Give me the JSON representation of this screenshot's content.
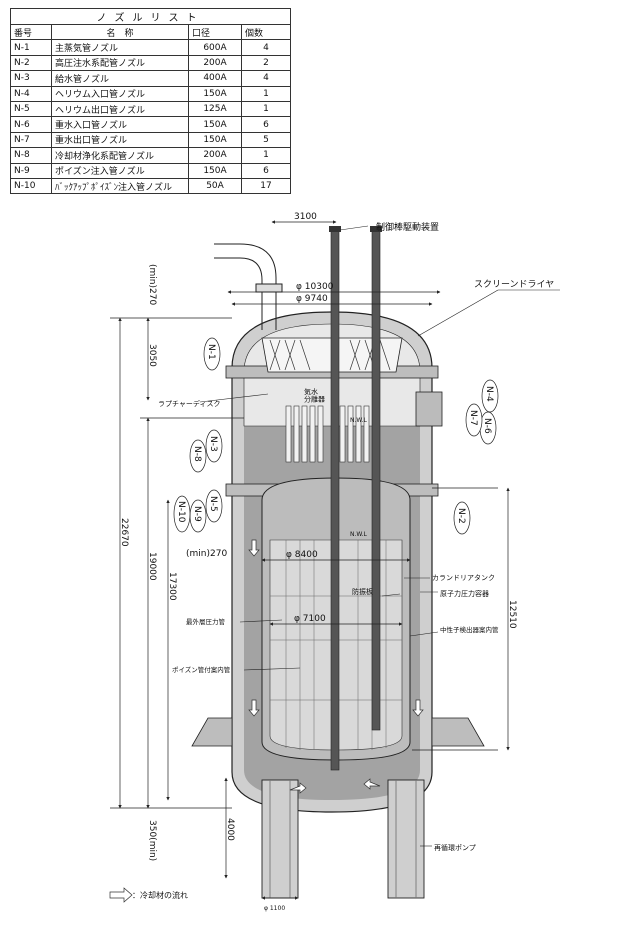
{
  "table": {
    "title": "ノズルリスト",
    "headers": [
      "番号",
      "名　称",
      "口径",
      "個数"
    ],
    "rows": [
      [
        "N-1",
        "主蒸気管ノズル",
        "600A",
        "4"
      ],
      [
        "N-2",
        "高圧注水系配管ノズル",
        "200A",
        "2"
      ],
      [
        "N-3",
        "給水管ノズル",
        "400A",
        "4"
      ],
      [
        "N-4",
        "ヘリウム入口管ノズル",
        "150A",
        "1"
      ],
      [
        "N-5",
        "ヘリウム出口管ノズル",
        "125A",
        "1"
      ],
      [
        "N-6",
        "重水入口管ノズル",
        "150A",
        "6"
      ],
      [
        "N-7",
        "重水出口管ノズル",
        "150A",
        "5"
      ],
      [
        "N-8",
        "冷却材浄化系配管ノズル",
        "200A",
        "1"
      ],
      [
        "N-9",
        "ポイズン注入管ノズル",
        "150A",
        "6"
      ],
      [
        "N-10",
        "ﾊﾞｯｸｱｯﾌﾟﾎﾟｲｽﾞﾝ注入管ノズル",
        "50A",
        "17"
      ]
    ]
  },
  "labels": {
    "control_rod_drive": "制御棒駆動装置",
    "screen_dryer": "スクリーンドライヤ",
    "rupture_disc": "ラプチャーディスク",
    "separator": "気水\n分離器",
    "nwl_upper": "N.W.L",
    "nwl_lower": "N.W.L",
    "calandria_tank": "カランドリアタンク",
    "pressure_vessel": "原子力圧力容器",
    "baffle": "防振板",
    "outermost_tube": "最外層圧力管",
    "neutron_guide": "中性子検出器案内管",
    "poison_guide": "ポイズン管付案内管",
    "recirc_pump": "再循環ポンプ",
    "coolant_flow": "：冷却材の流れ"
  },
  "dims": {
    "d3100": "3100",
    "d10300": "φ 10300",
    "d9740": "φ 9740",
    "d8400": "φ 8400",
    "d7100": "φ 7100",
    "d1100": "φ 1100",
    "v270top": "(min)270",
    "v3050": "3050",
    "v22670": "22670",
    "v19000": "19000",
    "v17300": "17300",
    "v350": "350(min)",
    "v4000": "4000",
    "v12510": "12510",
    "h270": "(min)270"
  },
  "nozzle_tags": {
    "n1": "N-1",
    "n2": "N-2",
    "n3": "N-3",
    "n4": "N-4",
    "n5": "N-5",
    "n6": "N-6",
    "n7": "N-7",
    "n8": "N-8",
    "n9": "N-9",
    "n10": "N-10"
  },
  "colors": {
    "steel": "#c9c9c9",
    "water": "#9c9c9c",
    "rod": "#4a4a4a",
    "line": "#222222"
  }
}
